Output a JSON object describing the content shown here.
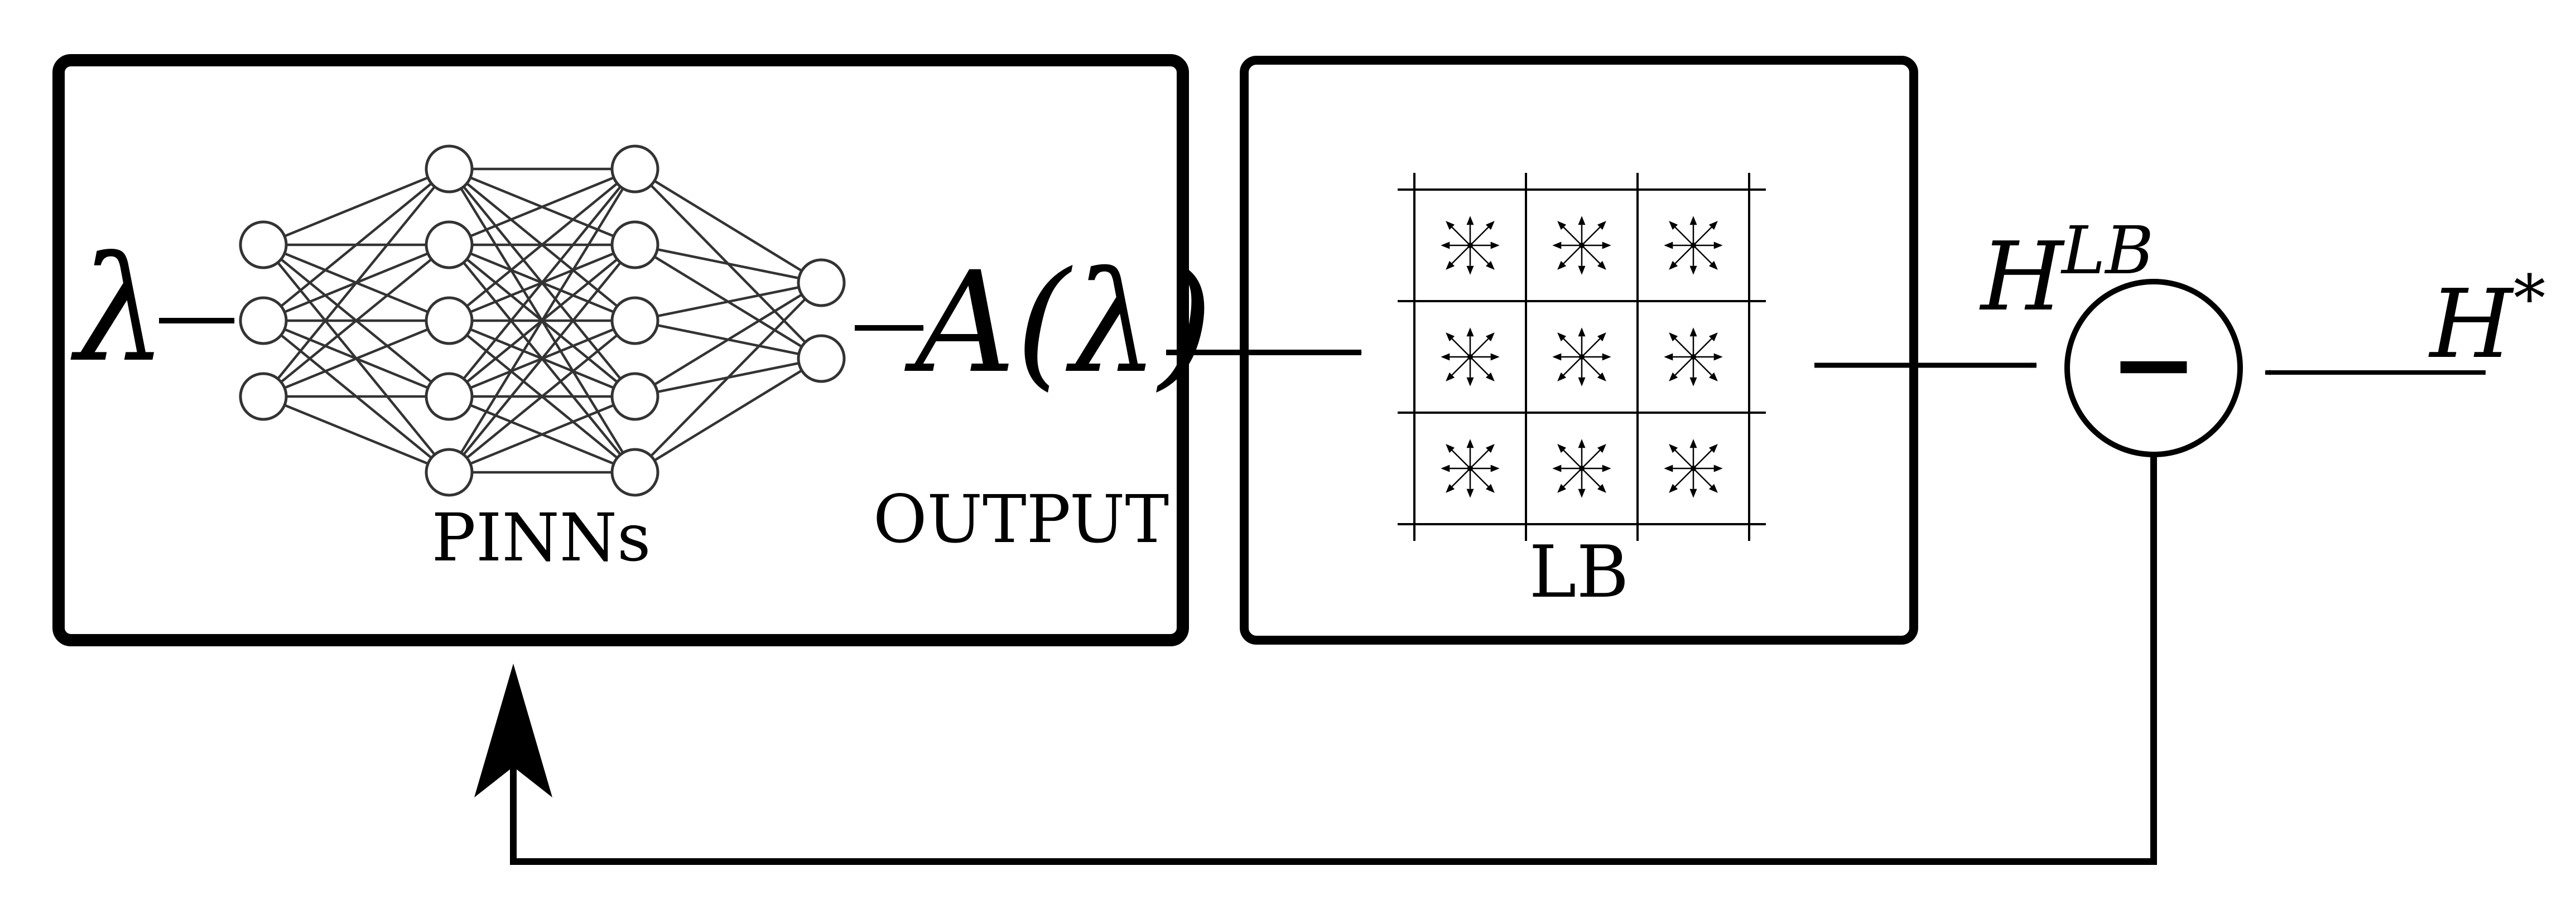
{
  "input_symbol": "λ",
  "output_symbol": "A(λ)",
  "pinns_label": "PINNs",
  "output_label": "OUTPUT",
  "lb_label": "LB",
  "h_lb": {
    "base": "H",
    "sup": "LB"
  },
  "h_star": {
    "base": "H",
    "sup": "*"
  },
  "minus_symbol": "−",
  "network_layers": [
    3,
    5,
    5,
    2
  ],
  "lattice": {
    "rows": 3,
    "cols": 3,
    "directions": 8
  }
}
